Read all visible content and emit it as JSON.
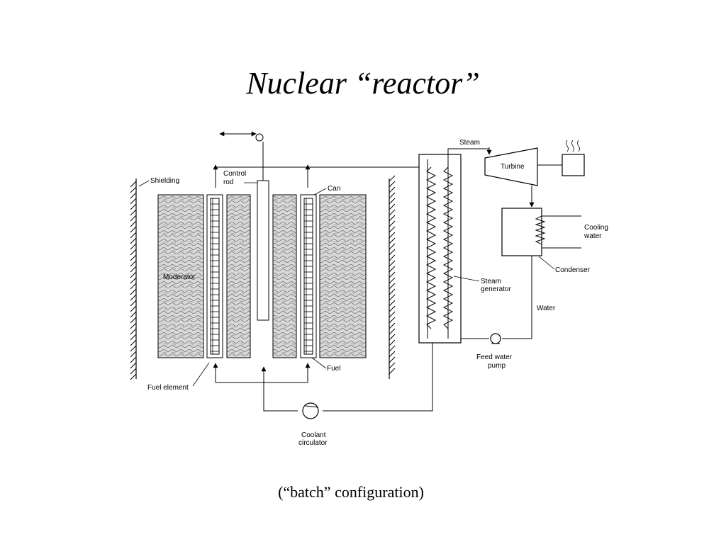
{
  "slide": {
    "title": "Nuclear “reactor”",
    "caption": "(“batch” configuration)"
  },
  "diagram": {
    "labels": {
      "shielding": "Shielding",
      "control_rod_line1": "Control",
      "control_rod_line2": "rod",
      "can": "Can",
      "moderator": "Moderator",
      "fuel": "Fuel",
      "fuel_element": "Fuel element",
      "coolant_circulator_line1": "Coolant",
      "coolant_circulator_line2": "circulator",
      "steam": "Steam",
      "turbine": "Turbine",
      "cooling_water_line1": "Cooling",
      "cooling_water_line2": "water",
      "condenser": "Condenser",
      "steam_generator_line1": "Steam",
      "steam_generator_line2": "generator",
      "water": "Water",
      "feed_water_pump_line1": "Feed water",
      "feed_water_pump_line2": "pump"
    }
  }
}
